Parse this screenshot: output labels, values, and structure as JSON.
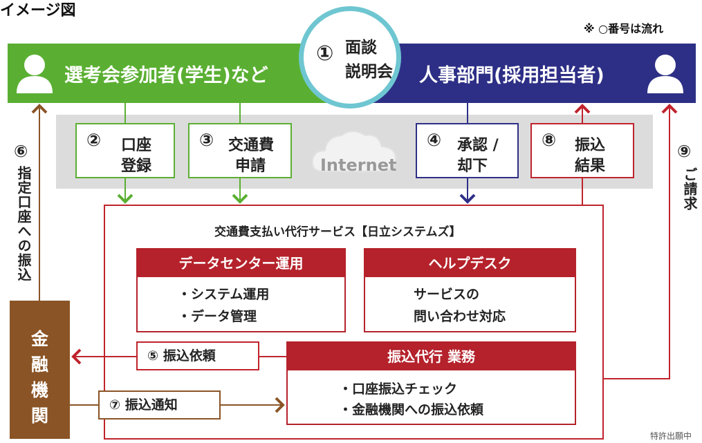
{
  "title_fragment": "イメージ図",
  "note": "※ ○番号は流れ",
  "left_party": "選考会参加者(学生)など",
  "right_party": "人事部門(採用担当者)",
  "center_step": {
    "num": "①",
    "line1": "面談",
    "line2": "説明会"
  },
  "steps": {
    "s2": {
      "num": "②",
      "line1": "口座",
      "line2": "登録"
    },
    "s3": {
      "num": "③",
      "line1": "交通費",
      "line2": "申請"
    },
    "s4": {
      "num": "④",
      "line1": "承認 /",
      "line2": "却下"
    },
    "s8": {
      "num": "⑧",
      "line1": "振込",
      "line2": "結果"
    }
  },
  "internet_label": "Internet",
  "service_title": "交通費支払い代行サービス【日立システムズ】",
  "datacenter": {
    "head": "データセンター運用",
    "items": [
      "・システム運用",
      "・データ管理"
    ]
  },
  "helpdesk": {
    "head": "ヘルプデスク",
    "line1": "サービスの",
    "line2": "問い合わせ対応"
  },
  "transfer": {
    "head": "振込代行 業務",
    "items": [
      "・口座振込チェック",
      "・金融機関への振込依頼"
    ]
  },
  "bank": {
    "chars": [
      "金",
      "融",
      "機",
      "関"
    ]
  },
  "step5": "⑤ 振込依頼",
  "step7": "⑦ 振込通知",
  "step6": {
    "num": "⑥",
    "text": "指定口座への振込"
  },
  "step9": {
    "num": "⑨",
    "text": "ご請求"
  },
  "patent": "特許出願中",
  "colors": {
    "green": "#5aaf32",
    "navy": "#2d2f86",
    "red": "#c0232c",
    "brown": "#8a5426",
    "teal": "#6ec6d1"
  }
}
